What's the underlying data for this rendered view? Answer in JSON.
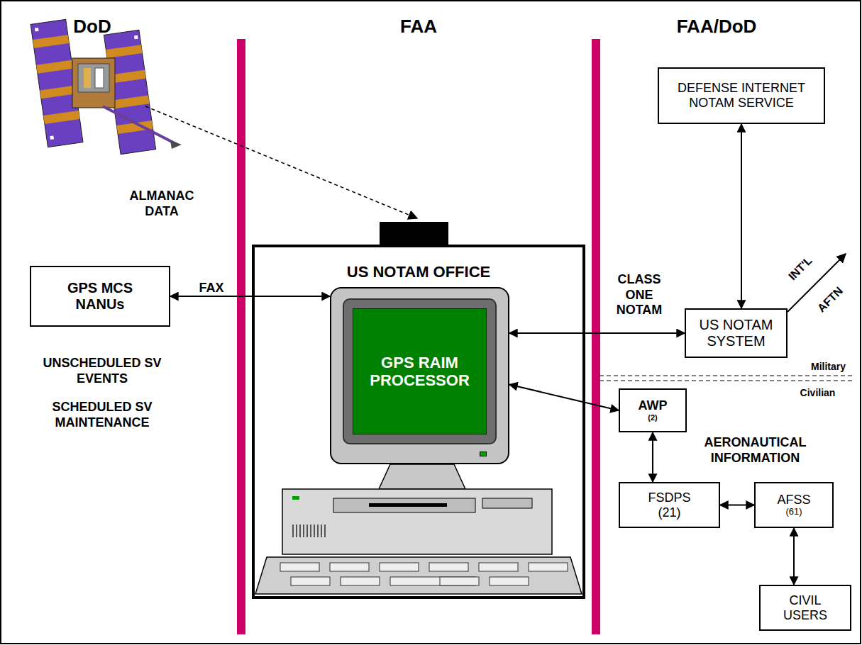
{
  "diagram": {
    "nodes": [
      {
        "text": [
          "US NOTAM OFFICE"
        ]
      },
      {
        "text": [
          "GPS RAIM PROCESSOR"
        ],
        "in": 0
      },
      {
        "text": [
          "GPS MCS NANUs"
        ]
      },
      {
        "text": [
          "DEFENSE INTERNET NOTAM SERVICE"
        ]
      },
      {
        "text": [
          "US NOTAM SYSTEM"
        ]
      },
      {
        "text": [
          "AWP",
          "(2)"
        ]
      },
      {
        "text": [
          "FSDPS",
          "(21)"
        ]
      },
      {
        "text": [
          "AFSS",
          "(61)"
        ]
      },
      {
        "text": [
          "CIVIL USERS"
        ]
      }
    ],
    "edges": [
      {
        "from": 2,
        "to": 1,
        "label": "FAX",
        "arrow": "both"
      },
      {
        "from": 1,
        "to": 4,
        "label": "CLASS ONE NOTAM",
        "arrow": "both"
      },
      {
        "from": 3,
        "to": 4,
        "arrow": "both"
      },
      {
        "from": 1,
        "to": 5,
        "arrow": "both"
      },
      {
        "from": 5,
        "to": 6,
        "arrow": "both"
      },
      {
        "from": 6,
        "to": 7,
        "arrow": "both"
      },
      {
        "from": 7,
        "to": 8,
        "arrow": "both"
      }
    ],
    "labels": [
      "DoD",
      "FAA",
      "FAA/DoD",
      "ALMANAC DATA",
      "UNSCHEDULED SV EVENTS",
      "SCHEDULED SV MAINTENANCE",
      "INT'L",
      "AFTN",
      "Military",
      "Civilian",
      "AERONAUTICAL INFORMATION"
    ]
  }
}
